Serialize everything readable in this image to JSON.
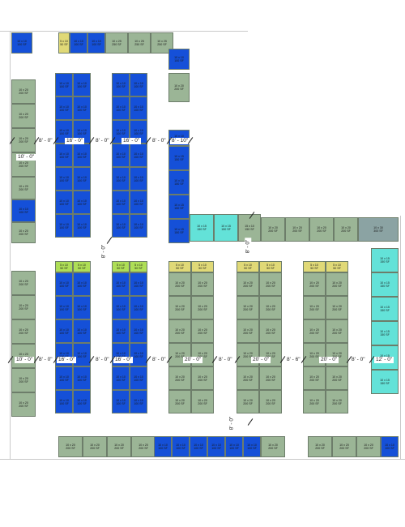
{
  "colors": {
    "blue": "#1550d8",
    "green": "#9bb596",
    "teal": "#63e2d8",
    "yellow": "#e0d977",
    "lime": "#aede56",
    "slate": "#8ba3a3"
  },
  "unit_sizes": {
    "s5x10": {
      "dims": "5 x 10",
      "sqft": "50 SF"
    },
    "s10x10": {
      "dims": "10 x 10",
      "sqft": "100 SF"
    },
    "s10x15": {
      "dims": "10 x 15",
      "sqft": "150 SF"
    },
    "s10x20": {
      "dims": "10 x 20",
      "sqft": "200 SF"
    },
    "s10x25": {
      "dims": "10 x 25",
      "sqft": "250 SF"
    },
    "s15x10": {
      "dims": "15 x 10",
      "sqft": "150 SF"
    },
    "s10x30": {
      "dims": "10 x 30",
      "sqft": "300 SF"
    }
  },
  "dimensions": {
    "aisle_8": "8' - 0\"",
    "aisle_8_6": "8' - 6\"",
    "row_16": "16' - 0\"",
    "row_20": "20' - 0\"",
    "row_10": "10' - 0\"",
    "row_12": "12' - 0\"",
    "row_8_10": "8' - 10\""
  }
}
